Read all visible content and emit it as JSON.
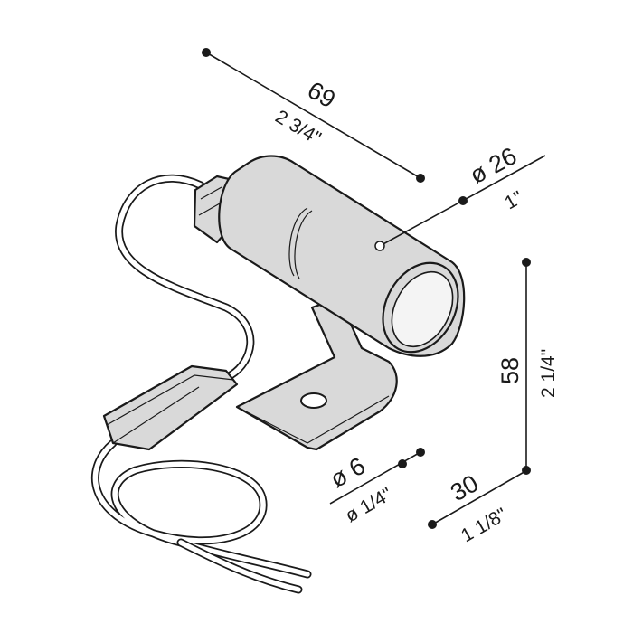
{
  "title": "Spotlight dimension drawing",
  "dimensions": {
    "length": {
      "mm": "69",
      "inch": "2 3/4\""
    },
    "diameter": {
      "mm": "ø 26",
      "inch": "1\""
    },
    "height": {
      "mm": "58",
      "inch": "2 1/4\""
    },
    "base_depth": {
      "mm": "30",
      "inch": "1 1/8\""
    },
    "hole": {
      "mm": "ø 6",
      "inch": "ø 1/4\""
    }
  },
  "colors": {
    "body": "#d9d9d9",
    "line": "#1a1a1a"
  }
}
